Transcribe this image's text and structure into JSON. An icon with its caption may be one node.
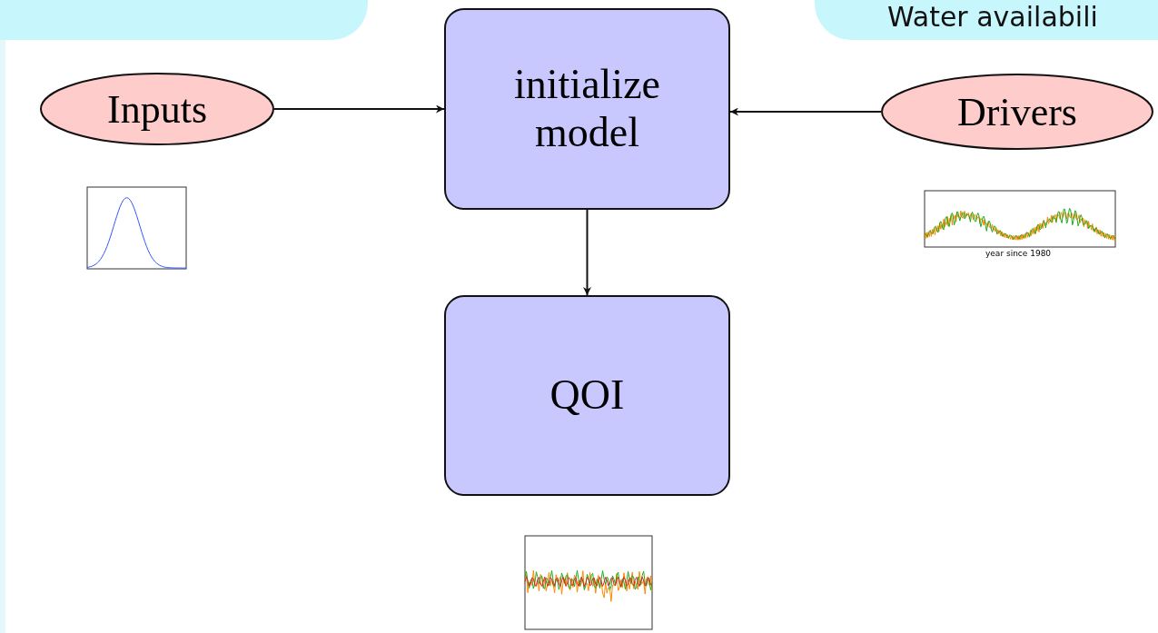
{
  "diagram": {
    "nodes": [
      {
        "text": [],
        "shape": "box"
      },
      {
        "text": [
          "Water availabili"
        ]
      },
      {
        "text": [
          "Inputs"
        ]
      },
      {
        "text": [
          "initialize model"
        ]
      },
      {
        "text": [
          "Drivers"
        ]
      },
      {
        "text": [
          "QOI"
        ]
      }
    ],
    "edges": [
      {
        "from": 2,
        "to": 3,
        "arrow": "to"
      },
      {
        "from": 4,
        "to": 3,
        "arrow": "to"
      },
      {
        "from": 3,
        "to": 5,
        "arrow": "to"
      }
    ],
    "labels": [
      "year since 1980"
    ]
  }
}
